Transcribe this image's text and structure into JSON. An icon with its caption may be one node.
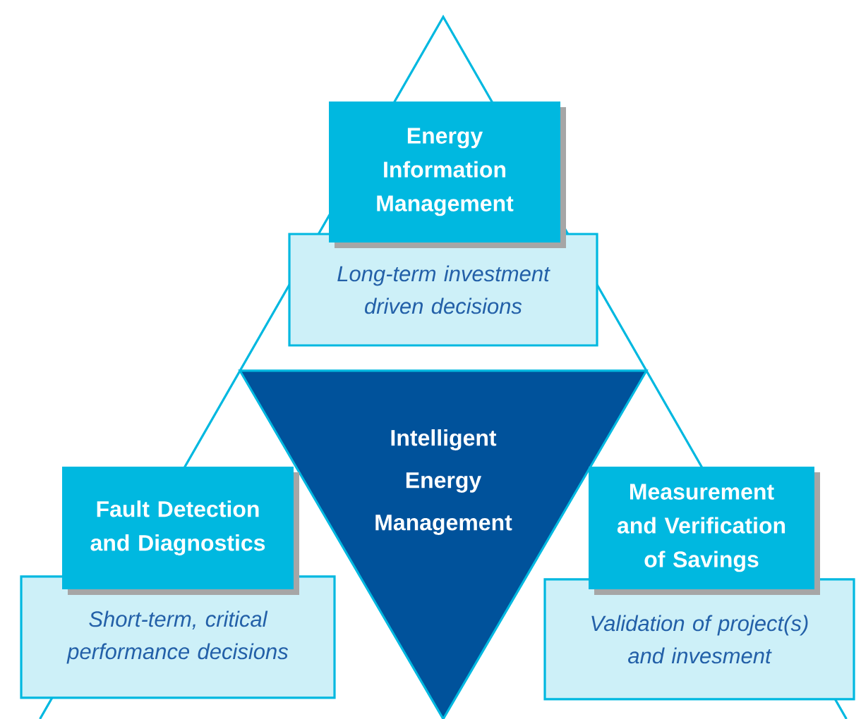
{
  "diagram": {
    "nodes": [
      {
        "text": [
          "Energy Information Management"
        ]
      },
      {
        "text": [
          "Long-term investment driven decisions"
        ]
      },
      {
        "text": [
          "Intelligent Energy Management"
        ]
      },
      {
        "text": [
          "Fault Detection and Diagnostics"
        ]
      },
      {
        "text": [
          "Short-term, critical performance decisions"
        ]
      },
      {
        "text": [
          "Measurement and Verification of Savings"
        ]
      },
      {
        "text": [
          "Validation of project(s) and invesment"
        ]
      }
    ]
  }
}
